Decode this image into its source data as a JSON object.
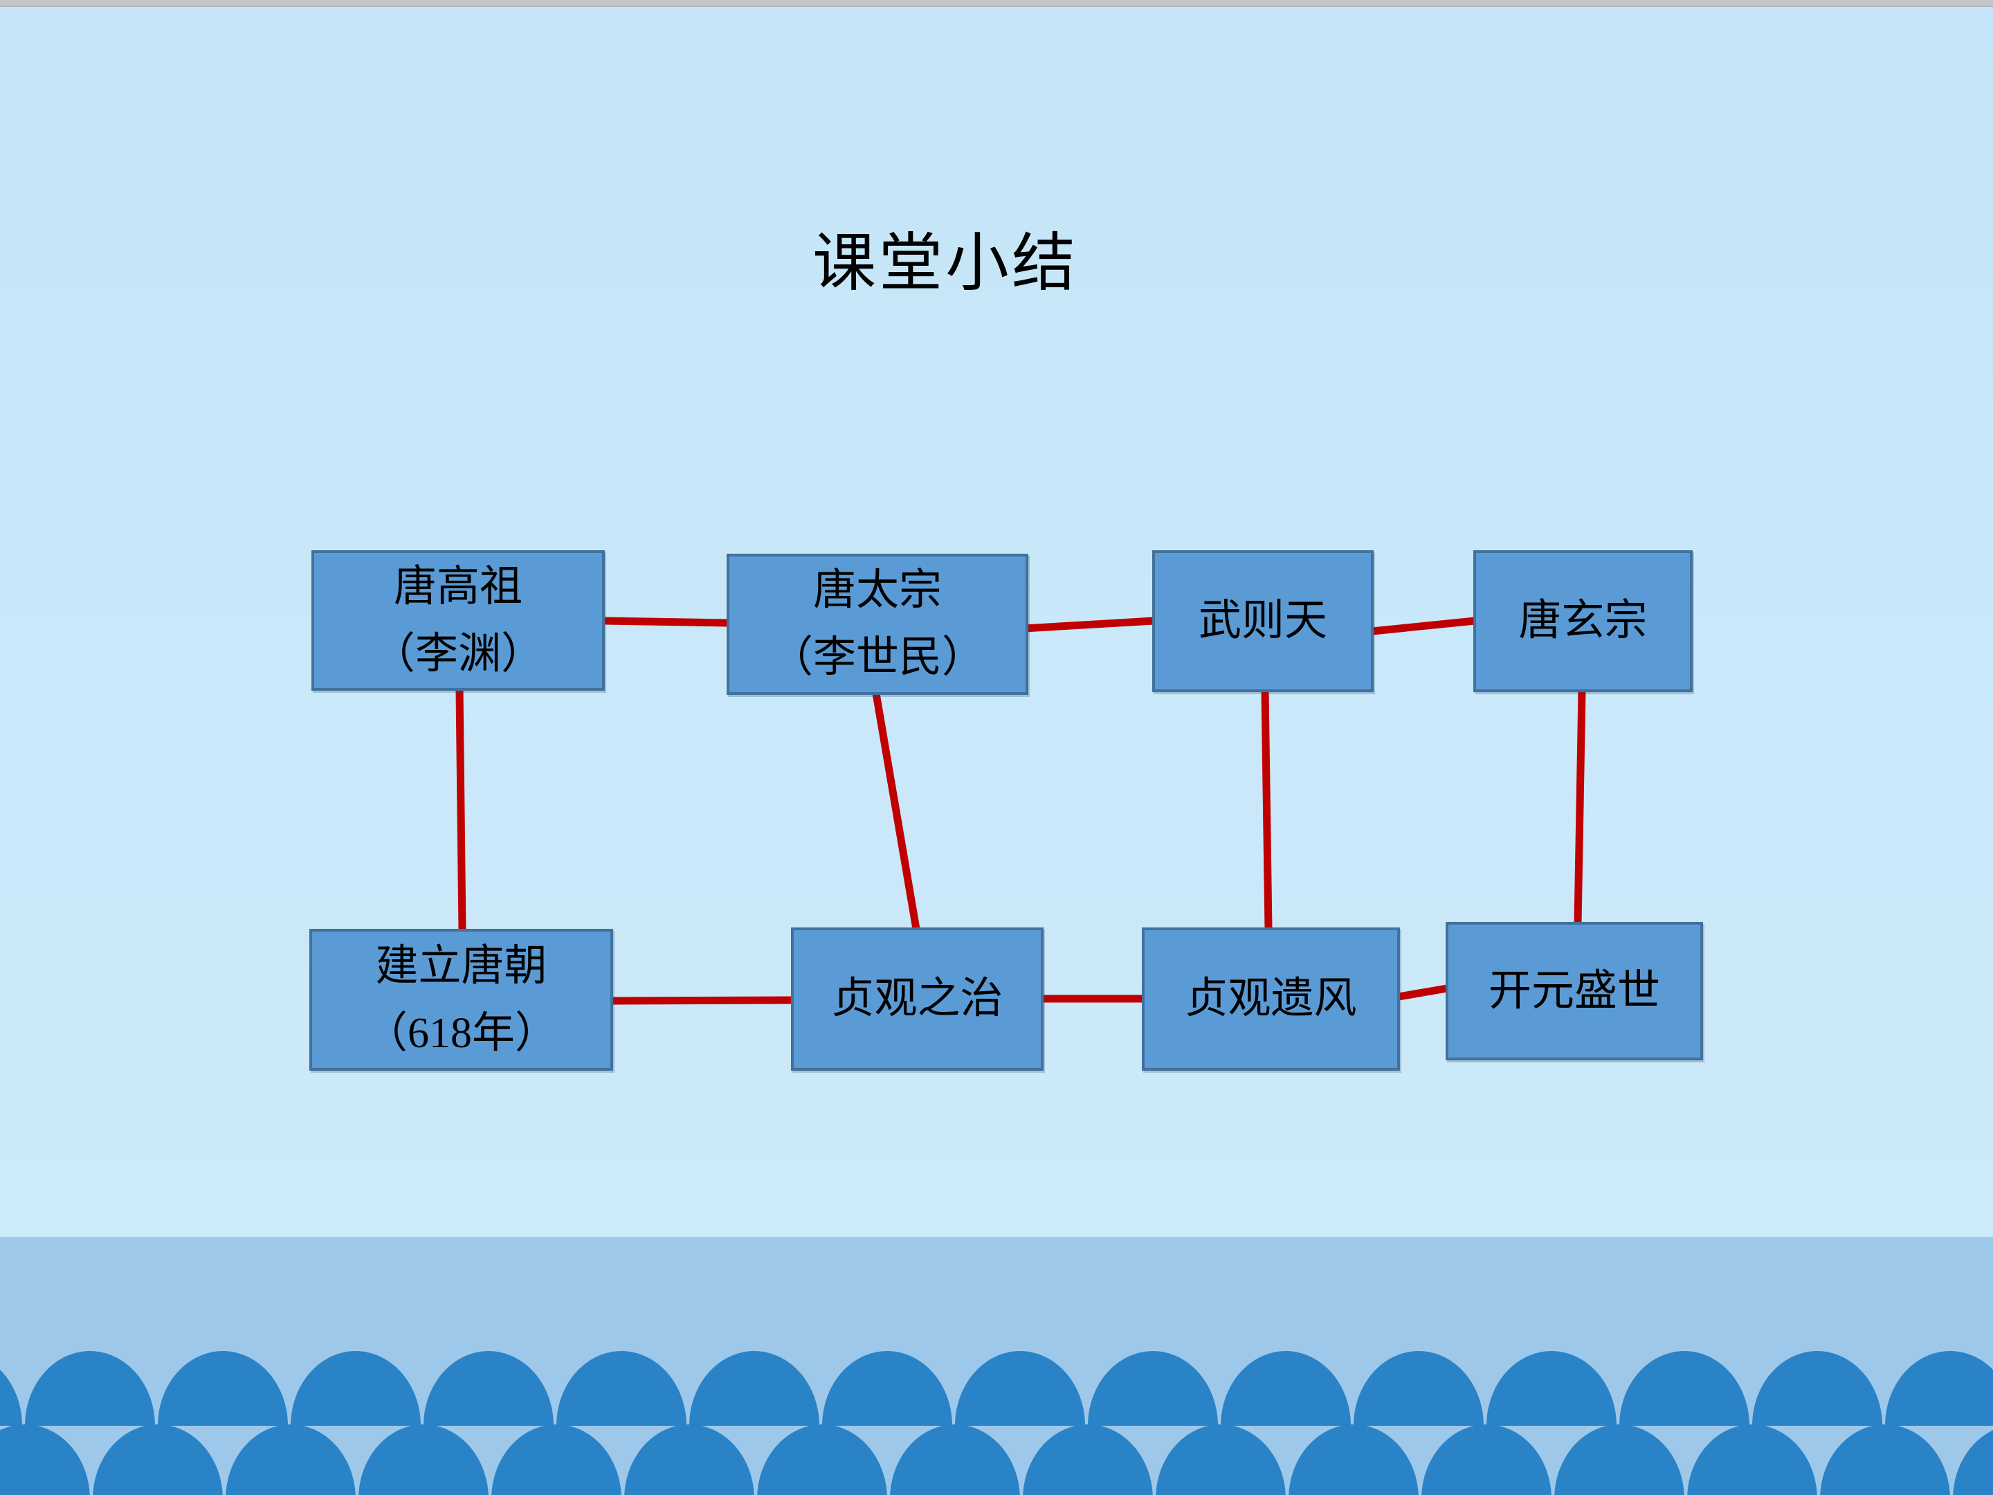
{
  "slide": {
    "title": "课堂小结"
  },
  "diagram": {
    "nodes": [
      {
        "id": "b1",
        "name": "tang-gaozu",
        "lines": [
          "唐高祖",
          "（李渊）"
        ]
      },
      {
        "id": "b2",
        "name": "tang-taizong",
        "lines": [
          "唐太宗",
          "（李世民）"
        ]
      },
      {
        "id": "b3",
        "name": "wu-zetian",
        "lines": [
          "武则天"
        ]
      },
      {
        "id": "b4",
        "name": "tang-xuanzong",
        "lines": [
          "唐玄宗"
        ]
      },
      {
        "id": "b5",
        "name": "found-tang",
        "lines": [
          "建立唐朝",
          "（618年）"
        ]
      },
      {
        "id": "b6",
        "name": "zhenguan-zhizhi",
        "lines": [
          "贞观之治"
        ]
      },
      {
        "id": "b7",
        "name": "zhenguan-yifeng",
        "lines": [
          "贞观遗风"
        ]
      },
      {
        "id": "b8",
        "name": "kaiyuan-shengshi",
        "lines": [
          "开元盛世"
        ]
      }
    ],
    "edges": [
      [
        "b1",
        "b2"
      ],
      [
        "b2",
        "b3"
      ],
      [
        "b3",
        "b4"
      ],
      [
        "b1",
        "b5"
      ],
      [
        "b2",
        "b6"
      ],
      [
        "b3",
        "b7"
      ],
      [
        "b4",
        "b8"
      ],
      [
        "b5",
        "b6"
      ],
      [
        "b6",
        "b7"
      ],
      [
        "b7",
        "b8"
      ]
    ]
  },
  "colors": {
    "background": "#C9E8F9",
    "top_strip": "#C5C6CA",
    "box_fill": "#5B9BD5",
    "box_border": "#41719C",
    "connector": "#C00000",
    "band": "#9EC8EA",
    "wave": "#2A83C6",
    "text": "#000000"
  }
}
